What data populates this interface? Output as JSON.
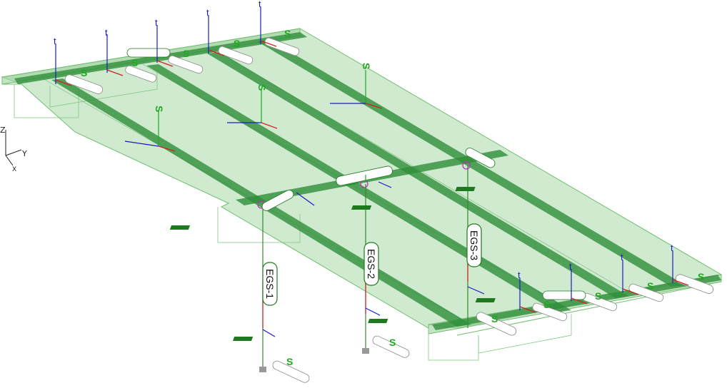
{
  "axis_triad": {
    "z": "Z",
    "y": "Y",
    "x": "X"
  },
  "colors": {
    "slab_fill": "#bfe3bf",
    "slab_edge": "#6fbf6f",
    "beam": "#2f8f3a",
    "column_line": "#2e8b2e",
    "local_x": "#d42020",
    "local_y": "#1a1acc",
    "local_z": "#1fa91f",
    "support_circle": "#c030c0",
    "tag_outline": "#1f7a1f"
  },
  "symbols": {
    "s": "S",
    "t": "t"
  },
  "columns": [
    {
      "label": "EGS-1"
    },
    {
      "label": "EGS-2"
    },
    {
      "label": "EGS-3"
    }
  ]
}
